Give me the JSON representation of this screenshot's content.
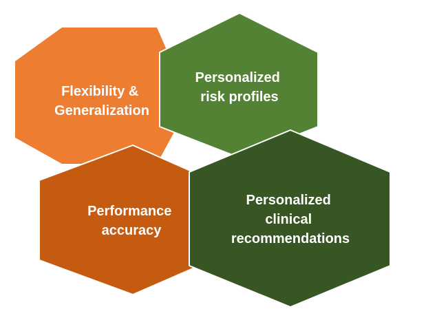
{
  "hexagons": [
    {
      "id": "flexibility",
      "lines": [
        "Flexibility &",
        "Generalization"
      ],
      "color": "#ED7D31"
    },
    {
      "id": "risk",
      "lines": [
        "Personalized",
        "risk profiles"
      ],
      "color": "#548235"
    },
    {
      "id": "performance",
      "lines": [
        "Performance",
        "accuracy"
      ],
      "color": "#C55A11"
    },
    {
      "id": "clinical",
      "lines": [
        "Personalized",
        "clinical",
        "recommendations"
      ],
      "color": "#375623"
    }
  ],
  "border_color": "#ffffff"
}
